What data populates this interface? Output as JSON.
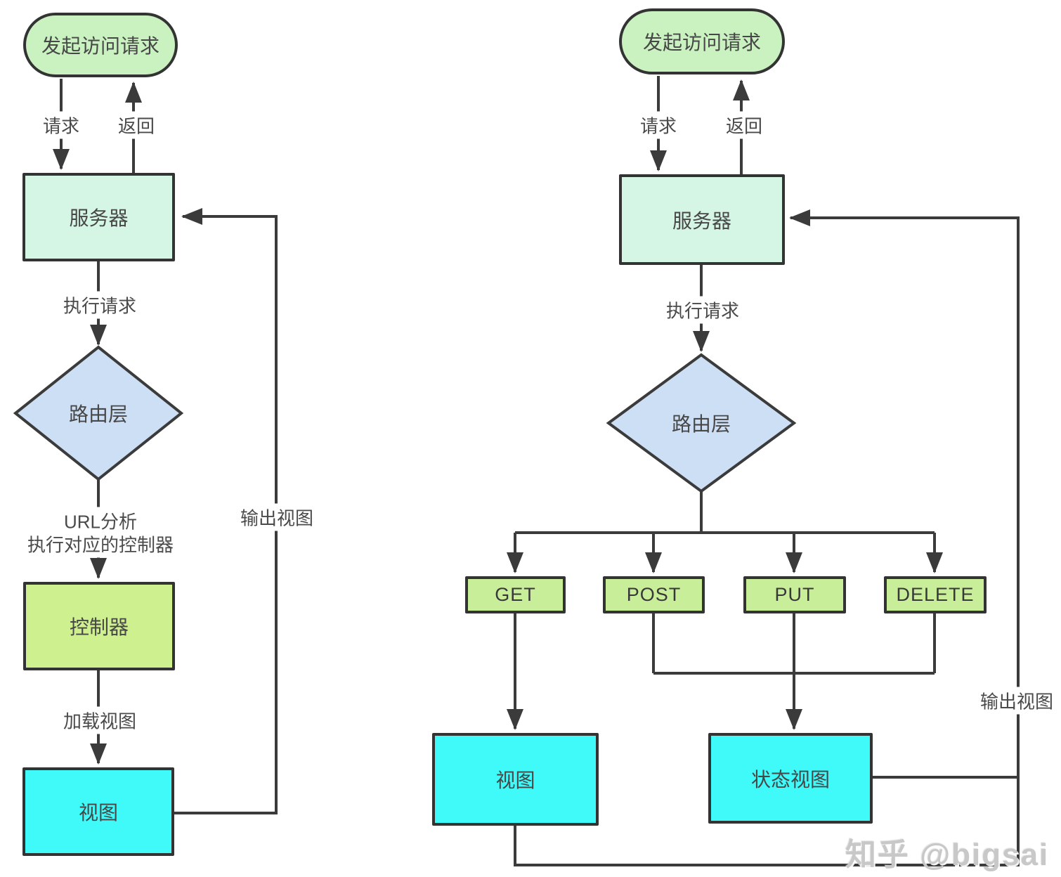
{
  "colors": {
    "line": "#3b3b3b",
    "node_border": "#333333",
    "start_fill": "#c9f2c0",
    "server_fill": "#d5f6e5",
    "router_fill": "#cddff5",
    "controller_fill": "#cff08f",
    "method_fill": "#c9ee9a",
    "view_fill": "#40fafa",
    "text": "#474747",
    "watermark_color": "#c8c8c8"
  },
  "left_flow": {
    "nodes": {
      "start": "发起访问请求",
      "server": "服务器",
      "router": "路由层",
      "controller": "控制器",
      "view": "视图"
    },
    "edge_labels": {
      "request": "请求",
      "return": "返回",
      "execute_request": "执行请求",
      "url_analysis_line1": "URL分析",
      "url_analysis_line2": "执行对应的控制器",
      "load_view": "加载视图",
      "output_view": "输出视图"
    }
  },
  "right_flow": {
    "nodes": {
      "start": "发起访问请求",
      "server": "服务器",
      "router": "路由层",
      "method_get": "GET",
      "method_post": "POST",
      "method_put": "PUT",
      "method_delete": "DELETE",
      "view": "视图",
      "status_view": "状态视图"
    },
    "edge_labels": {
      "request": "请求",
      "return": "返回",
      "execute_request": "执行请求",
      "output_view": "输出视图"
    }
  },
  "watermark": {
    "text": "知乎 @bigsai"
  }
}
